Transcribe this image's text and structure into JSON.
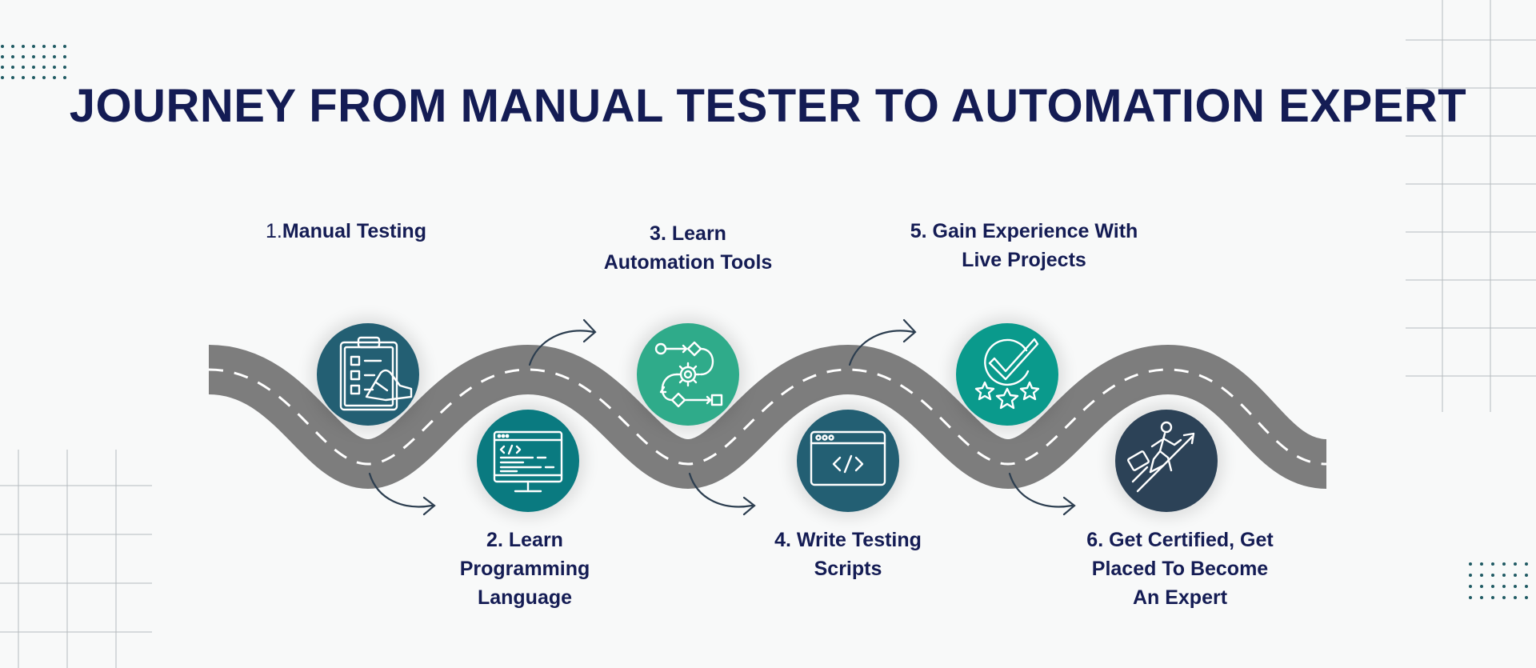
{
  "title": "JOURNEY FROM MANUAL TESTER TO AUTOMATION EXPERT",
  "steps": [
    {
      "number": "1.",
      "label": "Manual Testing",
      "icon": "clipboard-checklist-icon",
      "color": "#235f73"
    },
    {
      "number": "2.",
      "label": "Learn\nProgramming\nLanguage",
      "icon": "code-monitor-icon",
      "color": "#0a7a80"
    },
    {
      "number": "3.",
      "label": "Learn\nAutomation Tools",
      "icon": "workflow-gear-icon",
      "color": "#2fab8a"
    },
    {
      "number": "4.",
      "label": "Write Testing\nScripts",
      "icon": "code-window-icon",
      "color": "#235f73"
    },
    {
      "number": "5.",
      "label": "Gain Experience With\nLive Projects",
      "icon": "check-stars-icon",
      "color": "#0a9a8c"
    },
    {
      "number": "6.",
      "label": "Get Certified, Get\nPlaced To Become\nAn Expert",
      "icon": "climbing-success-icon",
      "color": "#2c4257"
    }
  ],
  "colors": {
    "road": "#7d7d7d",
    "title": "#141c54",
    "arrow": "#2c3e50"
  }
}
